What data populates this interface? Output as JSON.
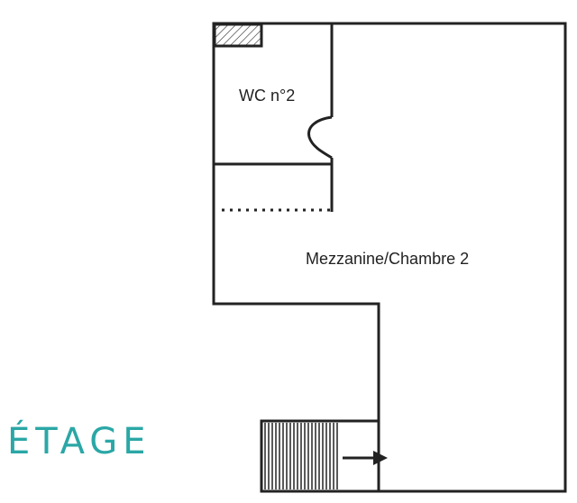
{
  "floor_label": "ÉTAGE",
  "rooms": {
    "wc": "WC n°2",
    "mezzanine": "Mezzanine/Chambre 2"
  },
  "colors": {
    "walls": "#222222",
    "floor_label": "#2aa7a6"
  },
  "icons": [
    "hatched-shaft-icon",
    "stairs-icon",
    "arrow-right-icon"
  ]
}
